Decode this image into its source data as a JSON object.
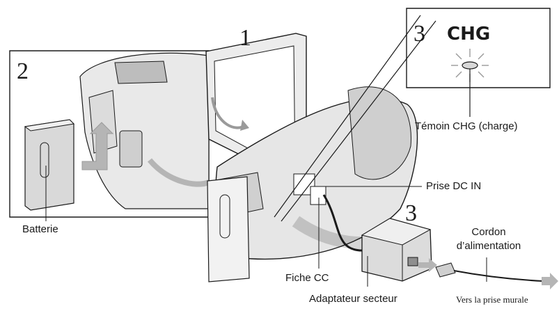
{
  "steps": {
    "step1": "1",
    "step2": "2",
    "step3_top": "3",
    "step3_bottom": "3"
  },
  "indicator": {
    "text": "CHG"
  },
  "labels": {
    "chg_indicator": "Témoin CHG (charge)",
    "dc_in": "Prise DC IN",
    "battery": "Batterie",
    "dc_plug": "Fiche CC",
    "ac_adaptor": "Adaptateur secteur",
    "power_cord_line1": "Cordon",
    "power_cord_line2": "d’alimentation",
    "wall_outlet": "Vers la prise murale"
  },
  "colors": {
    "line": "#1a1a1a",
    "mid_gray": "#9a9a9a",
    "light_gray": "#d8d8d8",
    "arrow_gray": "#b5b5b5"
  }
}
